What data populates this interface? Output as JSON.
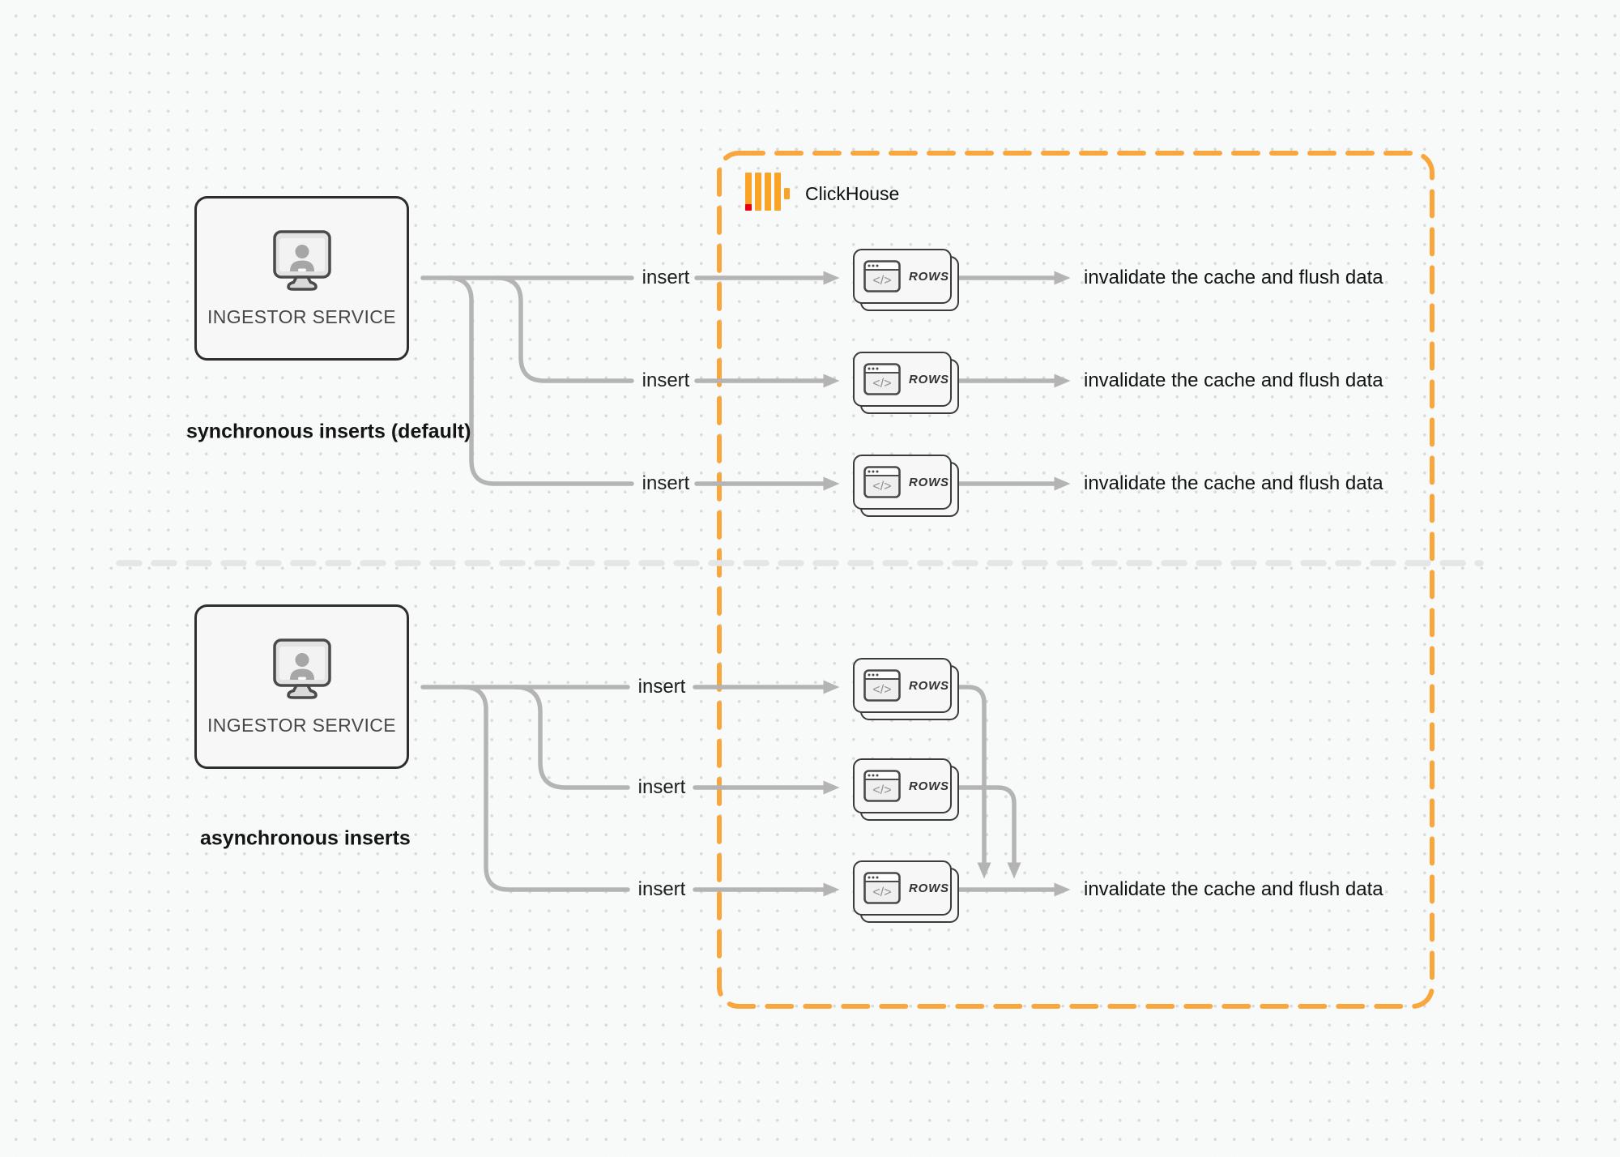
{
  "clickhouse": {
    "label": "ClickHouse",
    "logo": {
      "bar_color": "#F9A427",
      "accent_red": "#E8000E"
    },
    "boundary_color": "#F9A63C"
  },
  "icons": {
    "code_glyph": "</>"
  },
  "sync_section": {
    "service": {
      "label": "INGESTOR SERVICE"
    },
    "caption": "synchronous inserts (default)",
    "flows": [
      {
        "insert": "insert",
        "table": "ROWS",
        "result": "invalidate the cache and flush data"
      },
      {
        "insert": "insert",
        "table": "ROWS",
        "result": "invalidate the cache and flush data"
      },
      {
        "insert": "insert",
        "table": "ROWS",
        "result": "invalidate the cache and flush data"
      }
    ]
  },
  "async_section": {
    "service": {
      "label": "INGESTOR SERVICE"
    },
    "caption": "asynchronous inserts",
    "flows": [
      {
        "insert": "insert",
        "table": "ROWS"
      },
      {
        "insert": "insert",
        "table": "ROWS"
      },
      {
        "insert": "insert",
        "table": "ROWS"
      }
    ],
    "result": "invalidate the cache and flush data"
  },
  "colors": {
    "connector": "#b4b4b4",
    "divider": "#e4e6e6",
    "box_border": "#2e2e2e",
    "box_fill": "#f7f7f7"
  }
}
